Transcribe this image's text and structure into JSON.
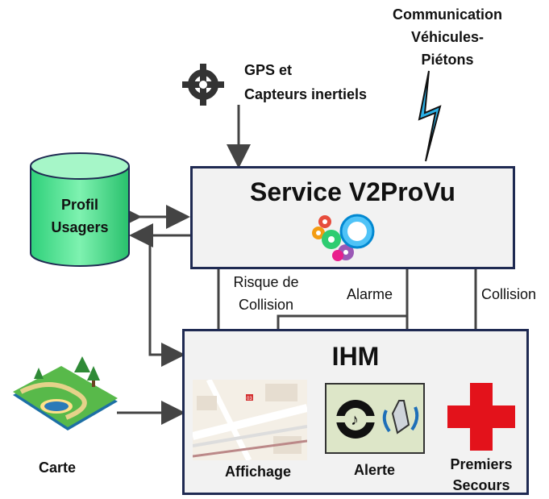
{
  "service": {
    "title": "Service V2ProVu"
  },
  "ihm": {
    "title": "IHM"
  },
  "profil": {
    "line1": "Profil",
    "line2": "Usagers"
  },
  "gps": {
    "line1": "GPS et",
    "line2": "Capteurs inertiels"
  },
  "comm": {
    "line1": "Communication",
    "line2": "Véhicules-",
    "line3": "Piétons"
  },
  "arrows": {
    "risque_line1": "Risque de",
    "risque_line2": "Collision",
    "alarme": "Alarme",
    "collision": "Collision"
  },
  "carte": {
    "label": "Carte"
  },
  "components": {
    "affichage": "Affichage",
    "alerte": "Alerte",
    "secours_line1": "Premiers",
    "secours_line2": "Secours"
  },
  "map_marker": "03"
}
